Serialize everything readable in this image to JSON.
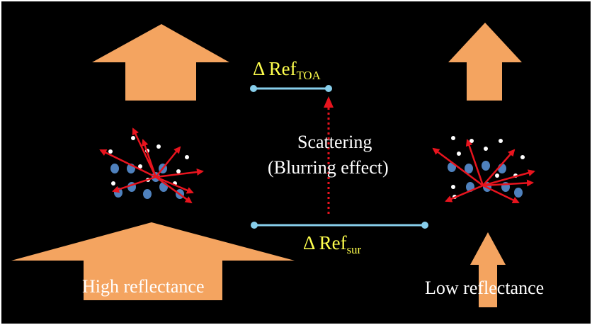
{
  "labels": {
    "delta_ref_toa": {
      "delta": "Δ Ref",
      "subscript": "TOA"
    },
    "delta_ref_sur": {
      "delta": "Δ Ref",
      "subscript": "sur"
    },
    "scattering": "Scattering",
    "blurring": "(Blurring effect)",
    "high_reflectance": "High reflectance",
    "low_reflectance": "Low reflectance"
  },
  "colors": {
    "background": "#000000",
    "border": "#ffffff",
    "arrow_fill": "#f4a460",
    "level_line": "#87ceeb",
    "scatter_ray": "#e8141e",
    "particle_large": "#4f81bd",
    "particle_small": "#ffffff",
    "label_yellow": "#ffff4d",
    "label_white": "#ffffff"
  }
}
